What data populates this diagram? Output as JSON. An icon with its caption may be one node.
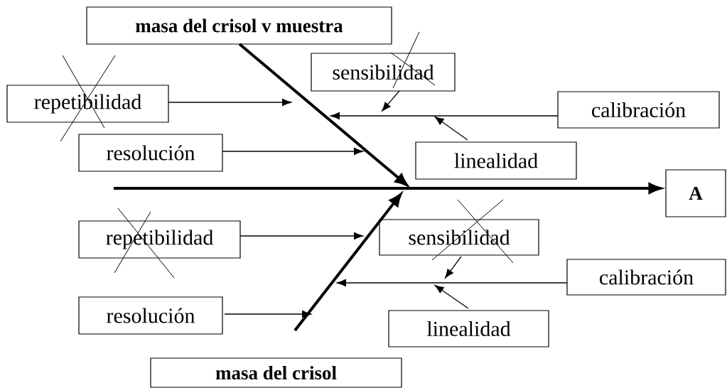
{
  "diagram": {
    "nodes": [
      {
        "text": [
          "**masa del crisol v muestra**"
        ]
      },
      {
        "text": [
          "sensibilidad"
        ]
      },
      {
        "text": [
          "repetibilidad"
        ]
      },
      {
        "text": [
          "calibración"
        ]
      },
      {
        "text": [
          "resolución"
        ]
      },
      {
        "text": [
          "linealidad"
        ]
      },
      {
        "text": [
          "**A**"
        ]
      },
      {
        "text": [
          "repetibilidad"
        ]
      },
      {
        "text": [
          "sensibilidad"
        ]
      },
      {
        "text": [
          "calibración"
        ]
      },
      {
        "text": [
          "resolución"
        ]
      },
      {
        "text": [
          "linealidad"
        ]
      },
      {
        "text": [
          "**masa del crisol**"
        ]
      }
    ],
    "edges": [
      {
        "from": 0,
        "to": null,
        "arrow": "to",
        "style": "thick"
      },
      {
        "from": 12,
        "to": null,
        "arrow": "to",
        "style": "thick"
      },
      {
        "from": null,
        "to": 6,
        "arrow": "to",
        "style": "thick"
      },
      {
        "from": 2,
        "to": null,
        "arrow": "to"
      },
      {
        "from": 4,
        "to": null,
        "arrow": "to"
      },
      {
        "from": 3,
        "to": null,
        "arrow": "to"
      },
      {
        "from": 1,
        "to": null,
        "arrow": "to"
      },
      {
        "from": 5,
        "to": null,
        "arrow": "to"
      },
      {
        "from": 7,
        "to": null,
        "arrow": "to"
      },
      {
        "from": 10,
        "to": null,
        "arrow": "to"
      },
      {
        "from": 9,
        "to": null,
        "arrow": "to"
      },
      {
        "from": 8,
        "to": null,
        "arrow": "to"
      },
      {
        "from": 11,
        "to": null,
        "arrow": "to"
      }
    ]
  }
}
